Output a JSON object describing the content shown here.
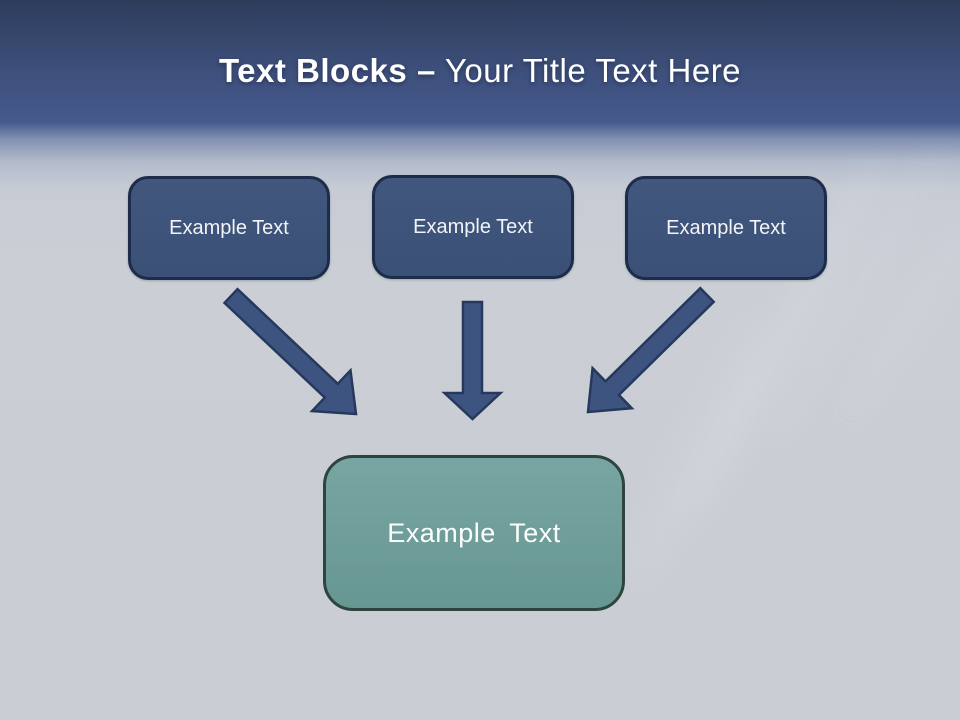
{
  "slide": {
    "title": {
      "bold": "Text Blocks",
      "dash": "–",
      "regular": "Your Title Text Here"
    },
    "source_blocks": [
      {
        "label": "Example Text"
      },
      {
        "label": "Example Text"
      },
      {
        "label": "Example Text"
      }
    ],
    "result_block": {
      "label": "Example Text"
    },
    "icons": {
      "left": "arrow-down-right-icon",
      "middle": "arrow-down-icon",
      "right": "arrow-down-left-icon"
    },
    "colors": {
      "header_top": "#2e3c5c",
      "header_blue": "#465a8c",
      "background": "#cbcfd5",
      "block_fill": "#3a5076",
      "block_border": "#1d2c4a",
      "arrow_fill": "#3e5480",
      "arrow_border": "#26395c",
      "result_fill": "#679793",
      "result_border": "#2e453f",
      "text": "#ffffff"
    }
  }
}
